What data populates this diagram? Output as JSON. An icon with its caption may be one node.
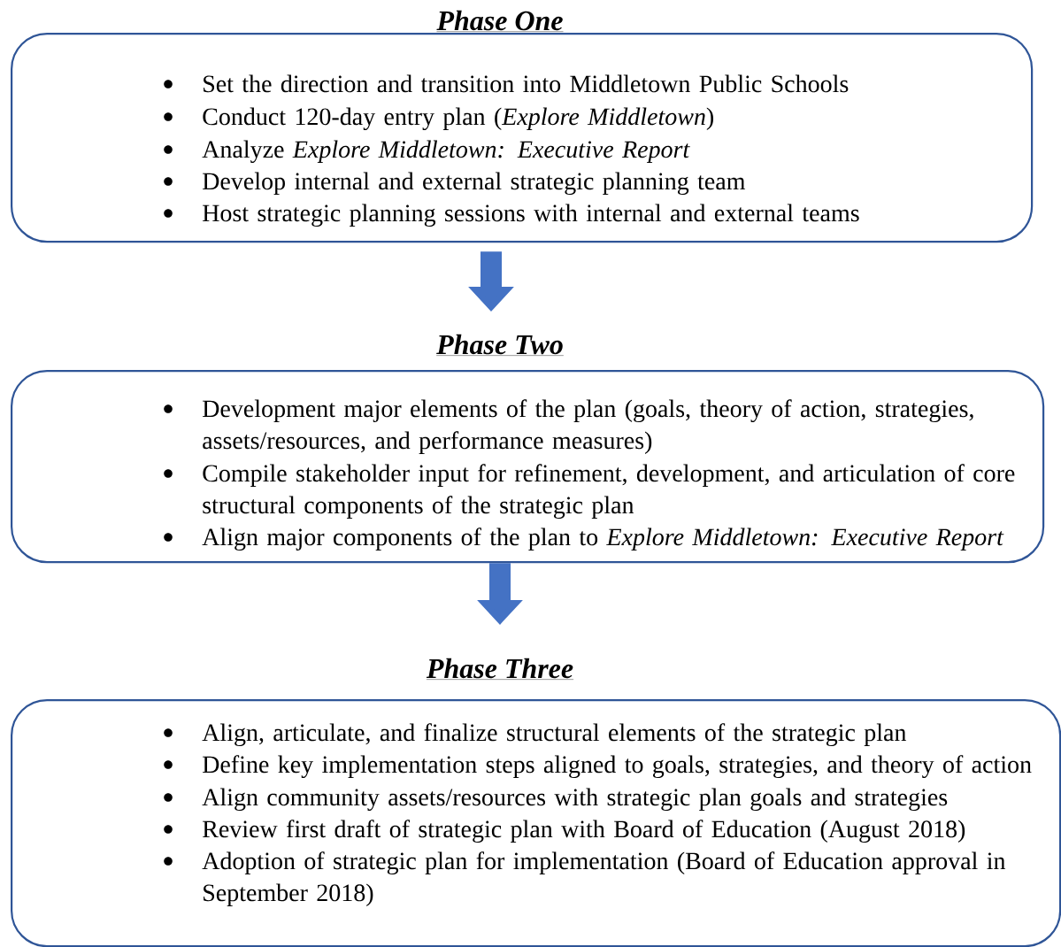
{
  "diagram": {
    "nodes": [
      {
        "text": [
          "Phase One",
          "Set the direction and transition into Middletown Public Schools",
          "Conduct 120-day entry plan (*Explore Middletown*)",
          "Analyze *Explore Middletown: Executive Report*",
          "Develop internal and external strategic planning team",
          "Host strategic planning sessions with internal and external teams"
        ]
      },
      {
        "text": [
          "Phase Two",
          "Development major elements of the plan (goals, theory of action, strategies, assets/resources, and performance measures)",
          "Compile stakeholder input for refinement, development, and articulation of core structural components of the strategic plan",
          "Align major components of the plan to *Explore Middletown: Executive Report*"
        ]
      },
      {
        "text": [
          "Phase Three",
          "Align, articulate, and finalize structural elements of the strategic plan",
          "Define key implementation steps aligned to goals, strategies, and theory of action",
          "Align community assets/resources with strategic plan goals and strategies",
          "Review first draft of strategic plan with Board of Education (August 2018)",
          "Adoption of strategic plan for implementation (Board of Education approval in September 2018)"
        ]
      }
    ],
    "edges": [
      {
        "from": 0,
        "to": 1,
        "arrow": "to"
      },
      {
        "from": 1,
        "to": 2,
        "arrow": "to"
      }
    ]
  }
}
